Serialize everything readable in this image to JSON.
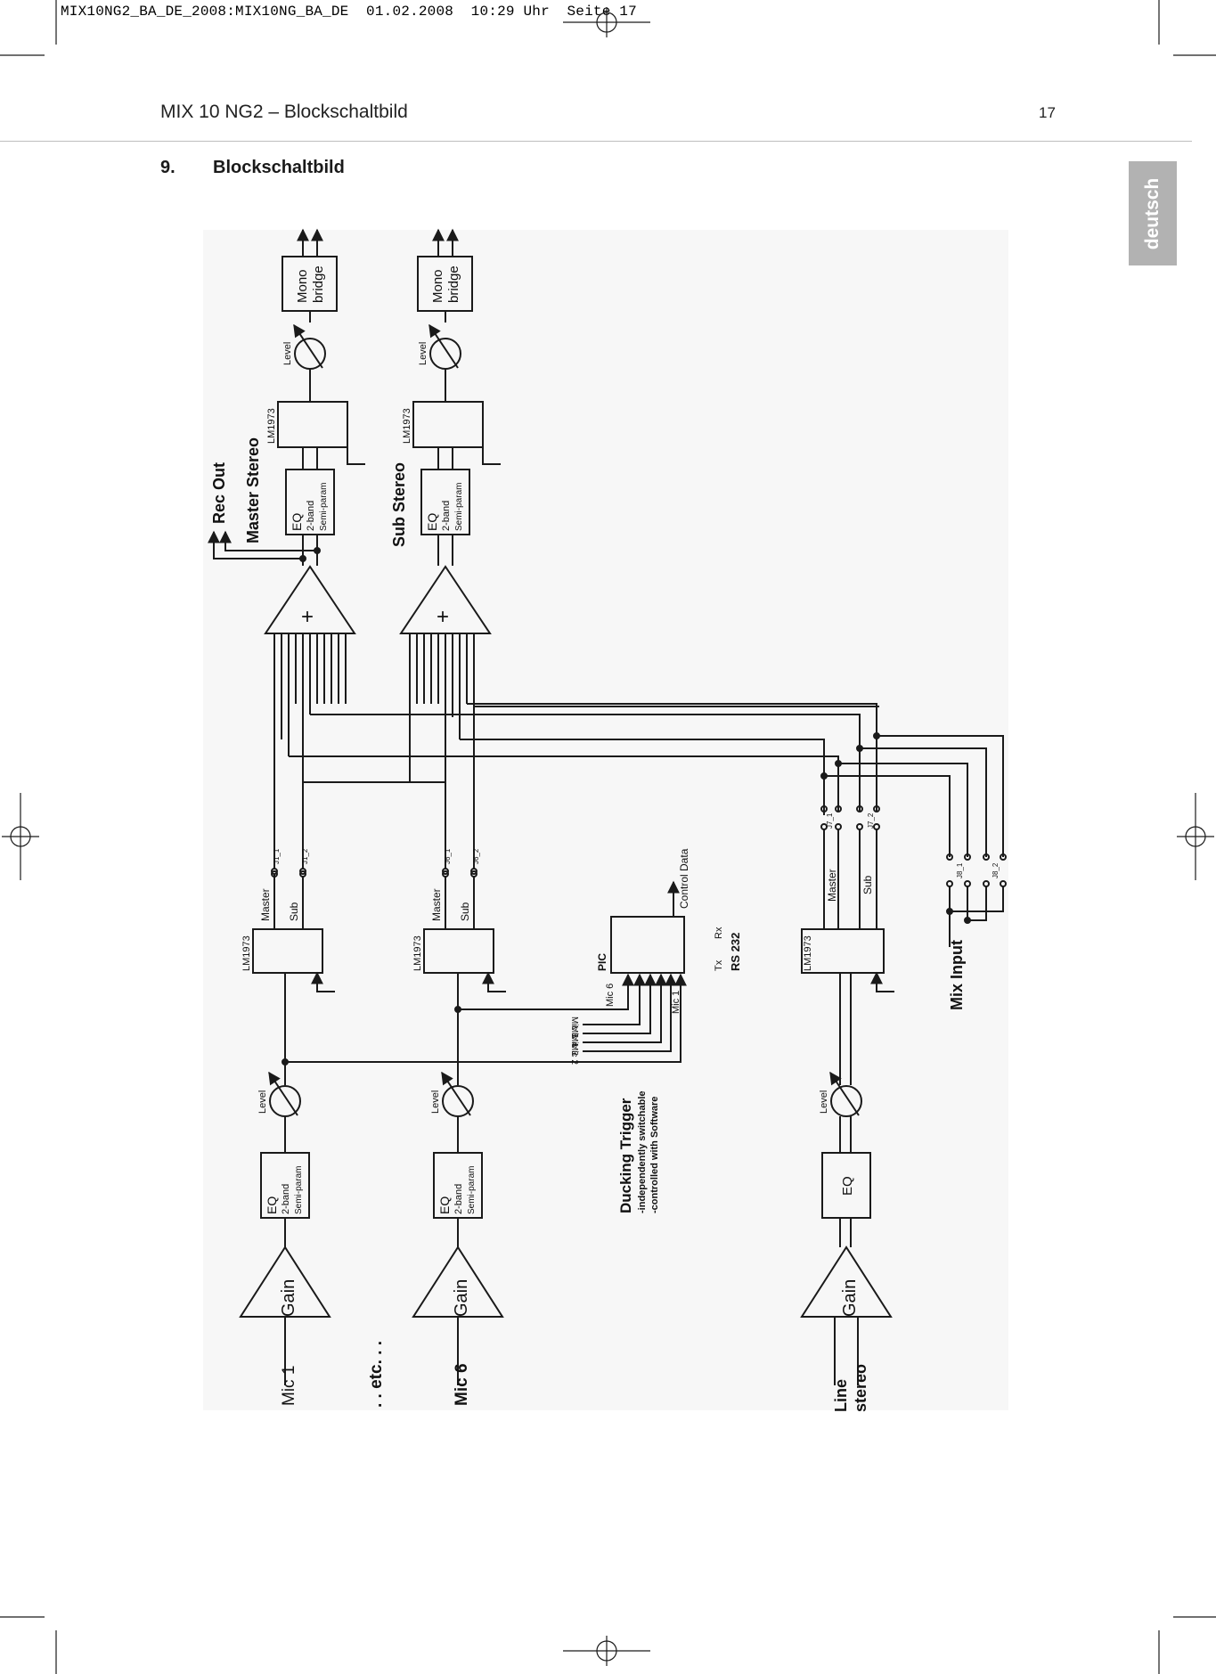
{
  "print_line": "MIX10NG2_BA_DE_2008:MIX10NG_BA_DE  01.02.2008  10:29 Uhr  Seite 17",
  "header": {
    "title": "MIX 10 NG2 – Blockschaltbild",
    "page_number": "17"
  },
  "section": {
    "number": "9.",
    "title": "Blockschaltbild"
  },
  "language_tab": "deutsch",
  "diagram": {
    "outputs": {
      "rec_out": "Rec Out",
      "master_stereo": "Master Stereo",
      "sub_stereo": "Sub Stereo"
    },
    "mono_bridge": "Mono bridge",
    "level": "Level",
    "chip": "LM1973",
    "eq": {
      "title": "EQ",
      "line1": "2-band",
      "line2": "Semi-param"
    },
    "eq_simple": "EQ",
    "plus": "+",
    "gain": "Gain",
    "master": "Master",
    "sub": "Sub",
    "jumpers": {
      "j1_1": "J1_1",
      "j1_2": "J1_2",
      "j6_1": "J6_1",
      "j6_2": "J6_2",
      "j7_1": "J7_1",
      "j7_2": "J7_2",
      "j8_1": "J8_1",
      "j8_2": "J8_2"
    },
    "pic": {
      "label": "PIC",
      "mic6": "Mic 6",
      "mic1": "Mic 1",
      "tx": "Tx",
      "rx": "Rx",
      "rs232": "RS 232",
      "control_data": "Control Data"
    },
    "mic_lines": [
      "Mic 5",
      "Mic 4",
      "Mic 3",
      "Mic 2"
    ],
    "ducking": {
      "title": "Ducking Trigger",
      "line1": "-independently switchable",
      "line2": "-controlled with Software"
    },
    "inputs": {
      "mic1": "Mic 1",
      "etc": ". . etc. . .",
      "mic6": "Mic 6",
      "line": "Line",
      "stereo": "stereo",
      "mix_input": "Mix Input"
    }
  }
}
